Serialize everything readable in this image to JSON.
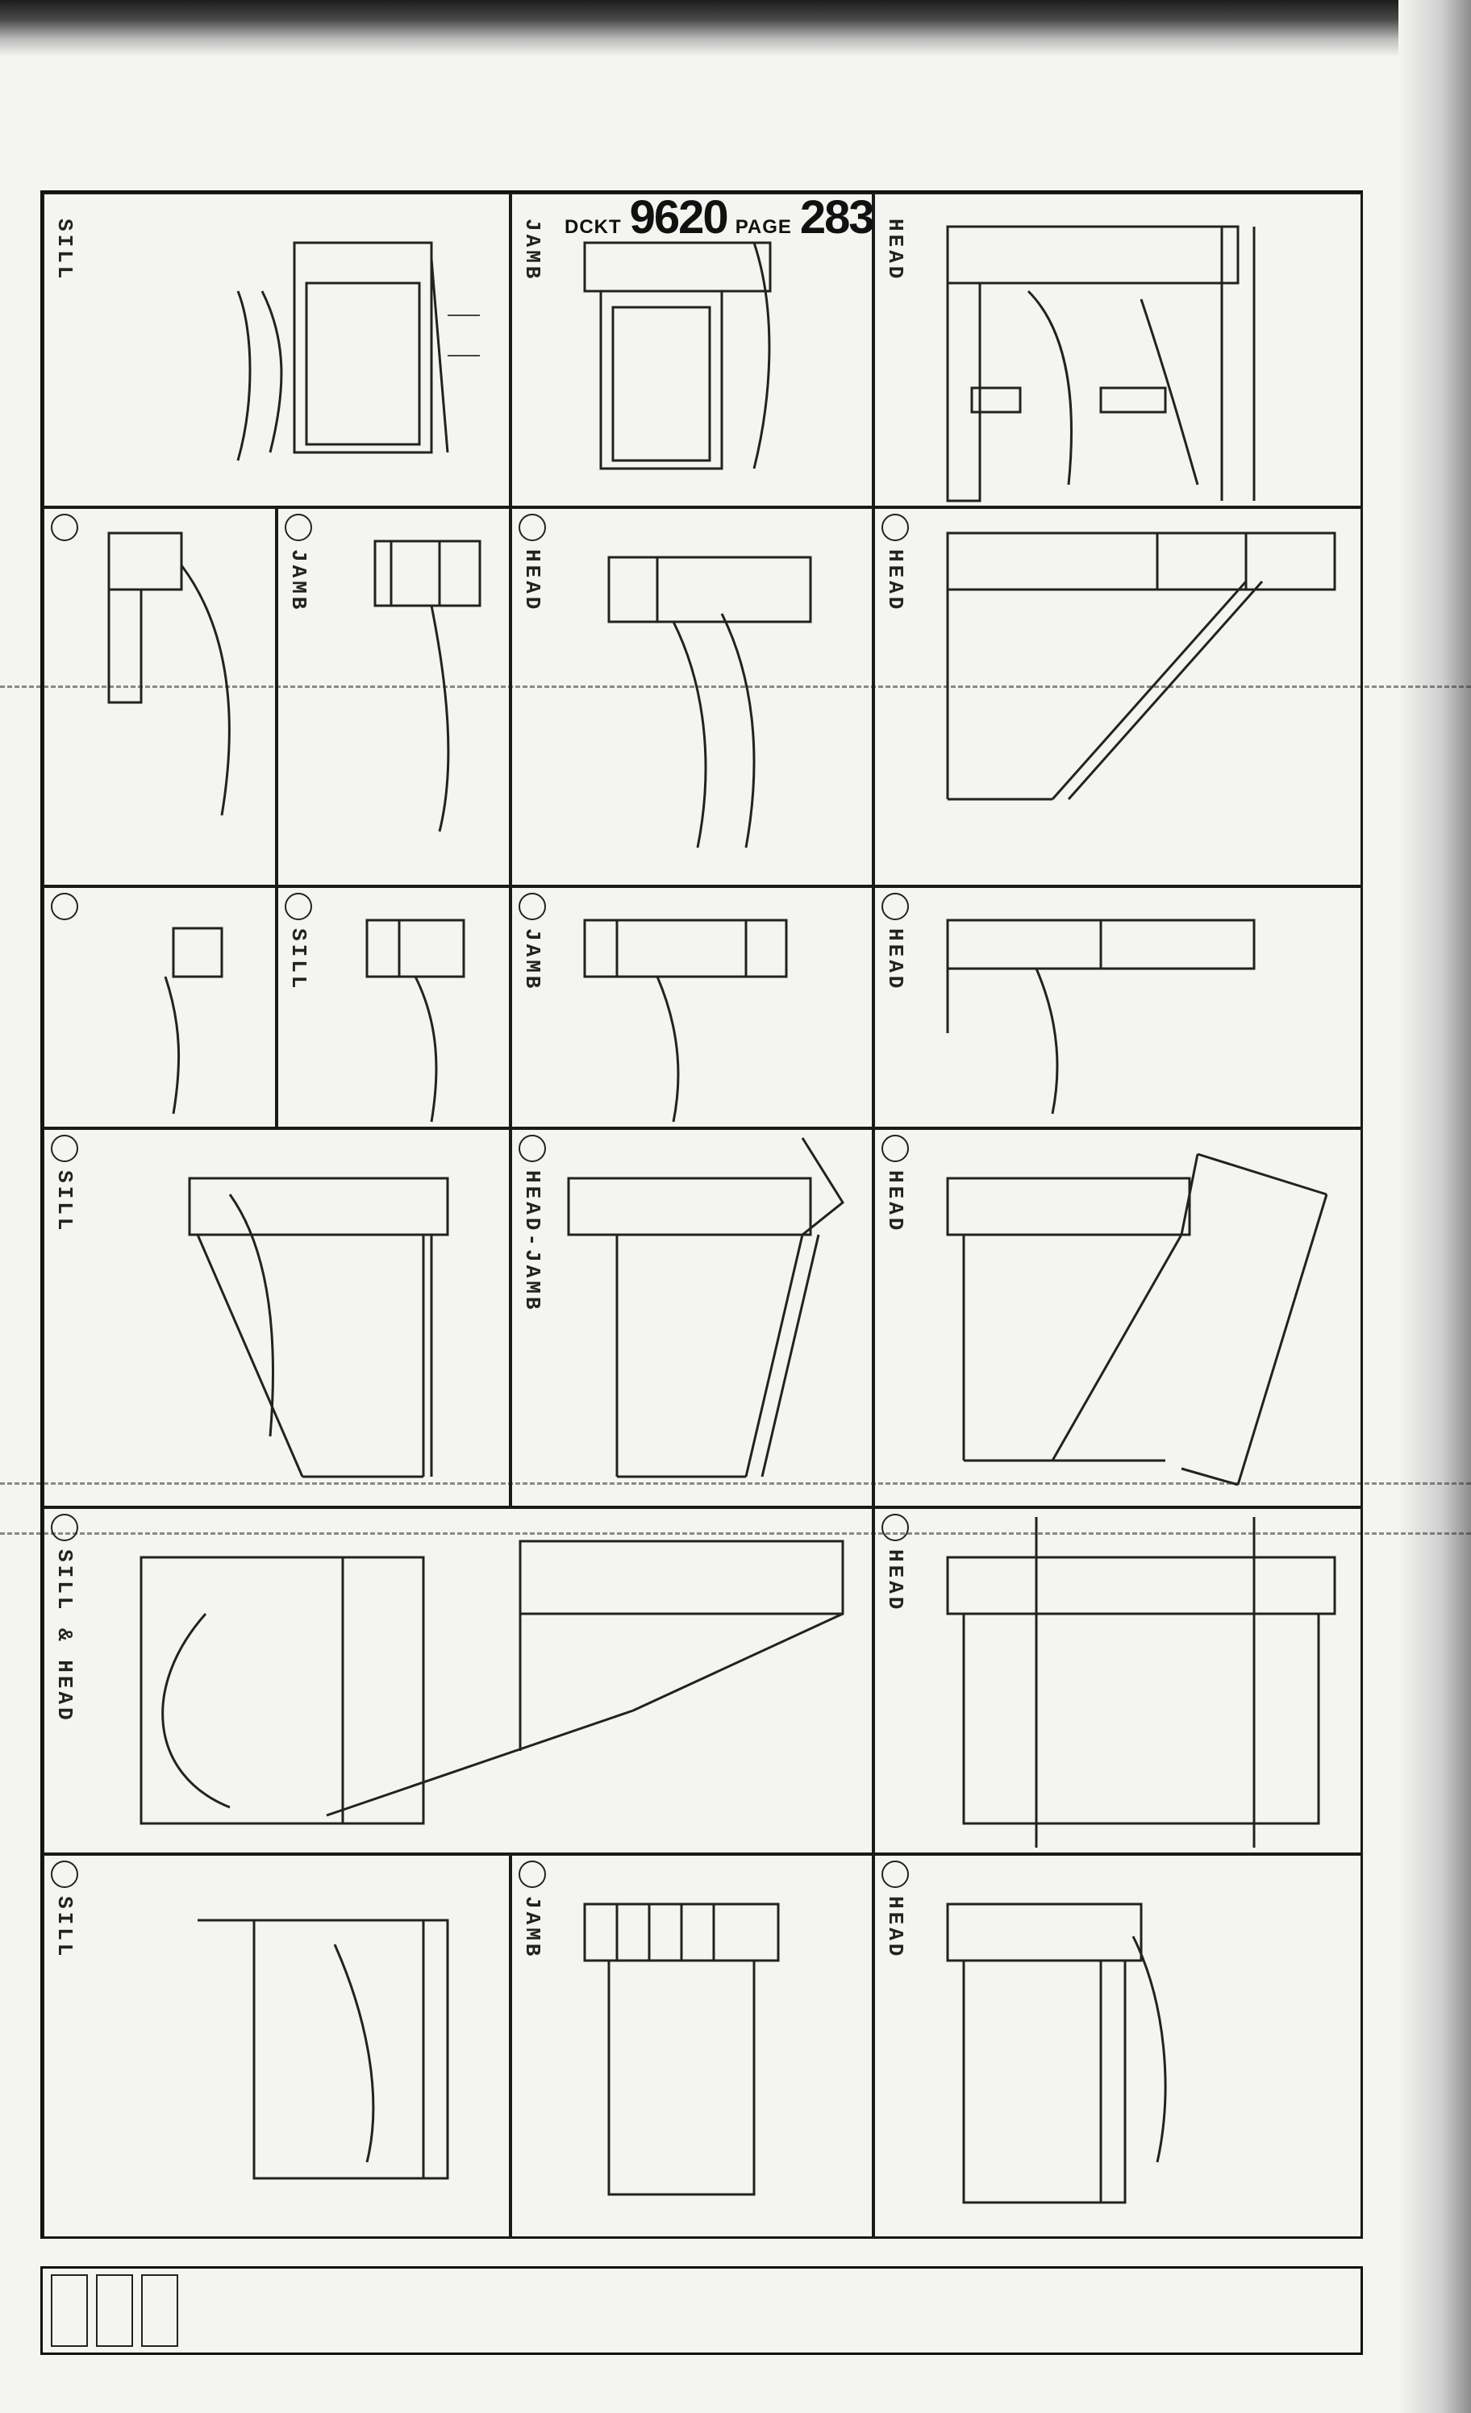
{
  "stamp": {
    "book_label": "DCKT",
    "book_number": "9620",
    "page_label": "PAGE",
    "page_number": "283"
  },
  "details": [
    {
      "id": "d1",
      "label": "SILL"
    },
    {
      "id": "d2",
      "label": "JAMB"
    },
    {
      "id": "d3",
      "label": "HEAD"
    },
    {
      "id": "d4",
      "label": ""
    },
    {
      "id": "d5",
      "label": "JAMB"
    },
    {
      "id": "d6",
      "label": "HEAD"
    },
    {
      "id": "d7",
      "label": "HEAD"
    },
    {
      "id": "d8",
      "label": ""
    },
    {
      "id": "d9",
      "label": "SILL"
    },
    {
      "id": "d10",
      "label": "JAMB"
    },
    {
      "id": "d11",
      "label": "HEAD"
    },
    {
      "id": "d12",
      "label": "SILL"
    },
    {
      "id": "d13",
      "label": "HEAD-JAMB"
    },
    {
      "id": "d14",
      "label": "HEAD"
    },
    {
      "id": "d15",
      "label": "SILL & HEAD"
    },
    {
      "id": "d16",
      "label": "HEAD"
    },
    {
      "id": "d17",
      "label": "SILL"
    },
    {
      "id": "d18",
      "label": "JAMB"
    },
    {
      "id": "d19",
      "label": "HEAD"
    }
  ],
  "title_block": {
    "text": ""
  }
}
